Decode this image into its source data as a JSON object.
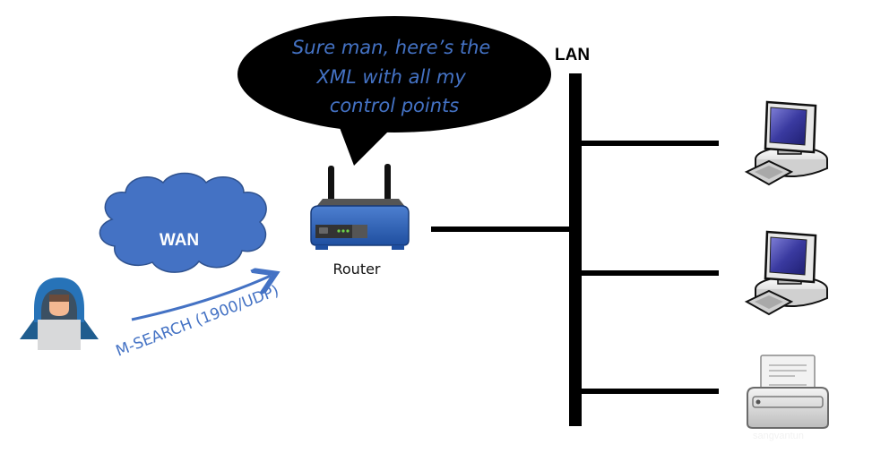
{
  "speech_bubble": {
    "lines": [
      "Sure man, here’s the",
      "XML with all my",
      "control points"
    ]
  },
  "wan": {
    "label": "WAN"
  },
  "router": {
    "label": "Router",
    "icon": "router-icon"
  },
  "lan": {
    "label": "LAN"
  },
  "attacker": {
    "icon": "hooded-hacker-icon"
  },
  "request": {
    "label": "M-SEARCH (1900/UDP)"
  },
  "devices": [
    {
      "type": "computer",
      "icon": "desktop-computer-icon"
    },
    {
      "type": "computer",
      "icon": "desktop-computer-icon"
    },
    {
      "type": "printer",
      "icon": "printer-icon"
    }
  ],
  "watermark": "sangvantun",
  "colors": {
    "accent_blue": "#4472c4",
    "bubble_fill": "#000000",
    "line": "#000000"
  }
}
